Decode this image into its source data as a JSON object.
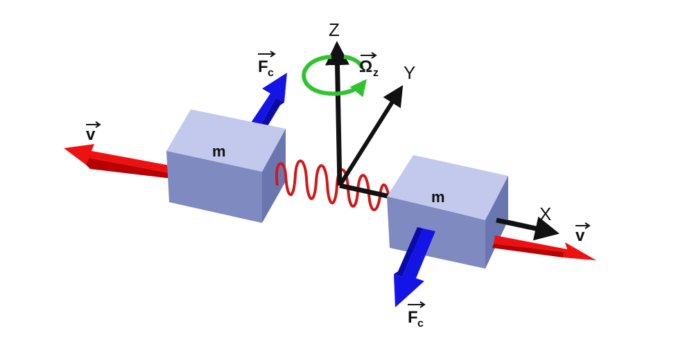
{
  "diagram": {
    "mass_label": "m",
    "axes": {
      "x": "X",
      "y": "Y",
      "z": "Z"
    },
    "velocity_label": "v",
    "force_label": "F",
    "force_subscript": "c",
    "rotation_label": "Ω",
    "rotation_subscript": "z"
  },
  "colors": {
    "velocity_arrow": "#ee1111",
    "force_arrow": "#1414e6",
    "axis": "#111111",
    "spring": "#d21818",
    "rotation": "#2fc42f",
    "mass_front": "#7f8bc0",
    "mass_top": "#c2c9ec",
    "mass_side": "#6a76b0"
  }
}
